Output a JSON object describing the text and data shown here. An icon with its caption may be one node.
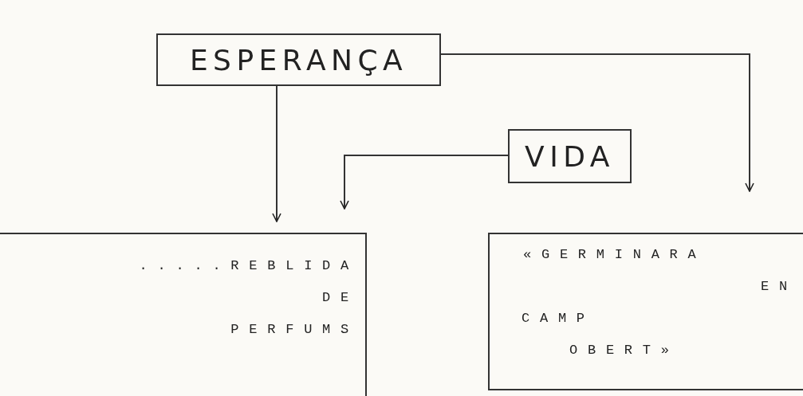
{
  "diagram": {
    "nodes": [
      {
        "text": [
          "ESPERANÇA"
        ]
      },
      {
        "text": [
          "VIDA"
        ]
      },
      {
        "text": [
          ".....REBLIDA DE PERFUMS"
        ]
      },
      {
        "text": [
          "«GERMINARA EN CAMP OBERT»"
        ]
      }
    ],
    "edges": [
      {
        "from": 0,
        "to": 2,
        "arrow": "to"
      },
      {
        "from": 0,
        "to": 3,
        "arrow": "to"
      },
      {
        "from": 1,
        "to": 2,
        "arrow": "to"
      }
    ]
  }
}
